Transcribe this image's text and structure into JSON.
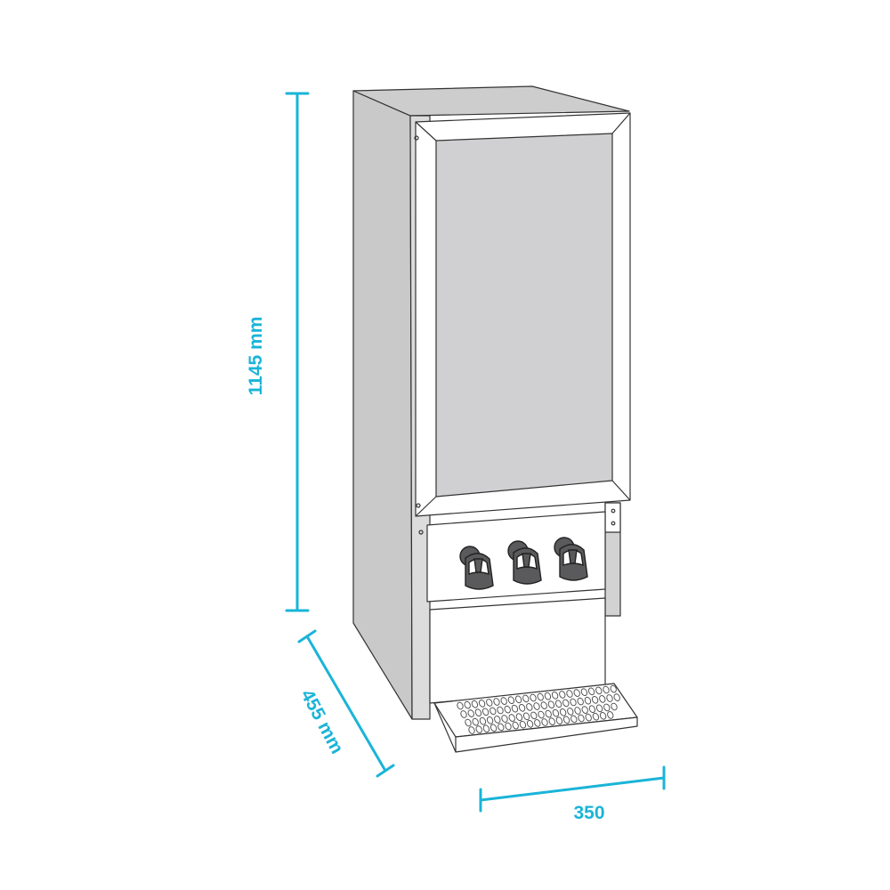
{
  "dimensions": {
    "height": "1145 mm",
    "depth": "455 mm",
    "width": "350"
  },
  "colors": {
    "dimension_line": "#1ab4d8",
    "body_grey": "#cacacb",
    "glass_grey": "#d0d0d2",
    "tap_dark": "#5a5a5c",
    "outline": "#333333"
  },
  "product": {
    "tap_count": 3
  }
}
